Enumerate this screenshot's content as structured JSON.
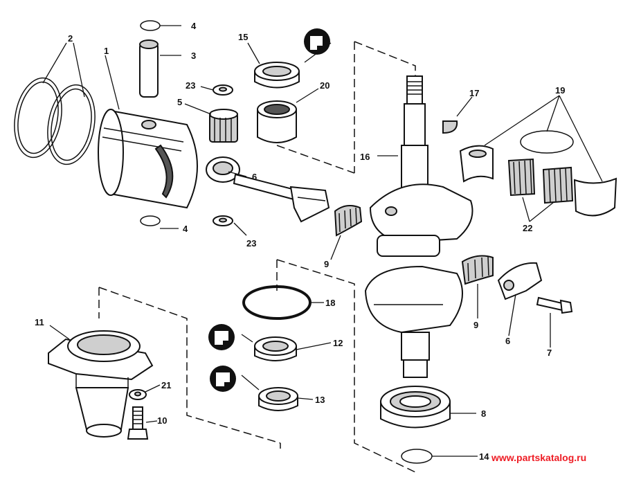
{
  "callouts": {
    "c1": "1",
    "c2": "2",
    "c3": "3",
    "c4a": "4",
    "c4b": "4",
    "c5": "5",
    "c6a": "6",
    "c6b": "6",
    "c7": "7",
    "c8": "8",
    "c9a": "9",
    "c9b": "9",
    "c10": "10",
    "c11": "11",
    "c12": "12",
    "c13": "13",
    "c14": "14",
    "c15": "15",
    "c16": "16",
    "c17": "17",
    "c18": "18",
    "c19": "19",
    "c20": "20",
    "c21": "21",
    "c22": "22",
    "c23a": "23",
    "c23b": "23"
  },
  "watermark": {
    "text": "www.partskatalog.ru",
    "color": "#ee1c24"
  },
  "colors": {
    "ink": "#111111",
    "background": "#ffffff"
  }
}
